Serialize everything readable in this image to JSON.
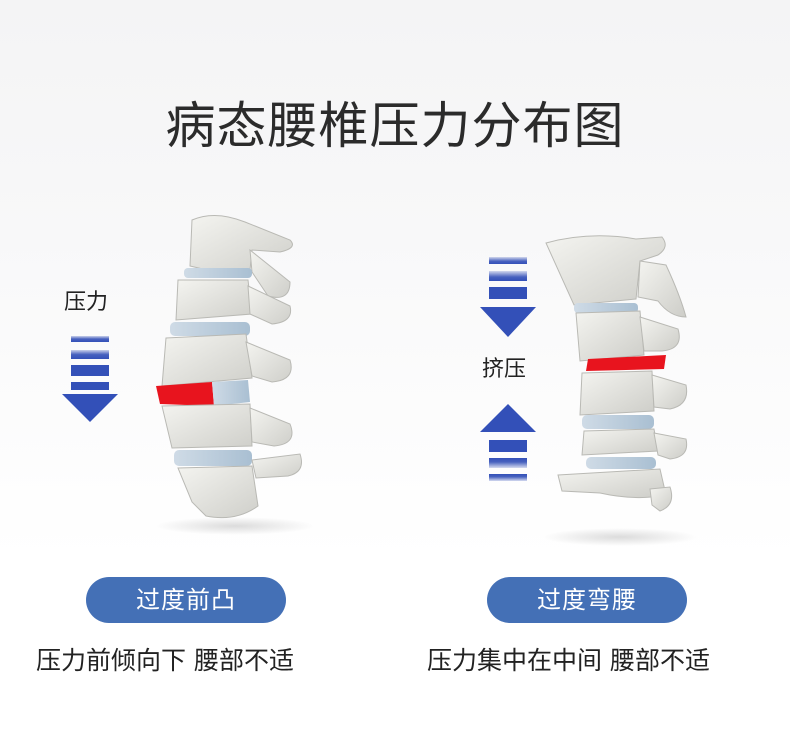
{
  "title": "病态腰椎压力分布图",
  "left": {
    "arrow_label": "压力",
    "badge": "过度前凸",
    "description": "压力前倾向下 腰部不适",
    "highlight_color": "#e8141e"
  },
  "right": {
    "arrow_label": "挤压",
    "badge": "过度弯腰",
    "description": "压力集中在中间 腰部不适",
    "highlight_color": "#e8141e"
  },
  "colors": {
    "badge_bg": "#4470b6",
    "arrow_blue": "#3350b8"
  },
  "icons": [
    "arrow-down-icon",
    "arrow-up-icon",
    "spine-illustration"
  ]
}
